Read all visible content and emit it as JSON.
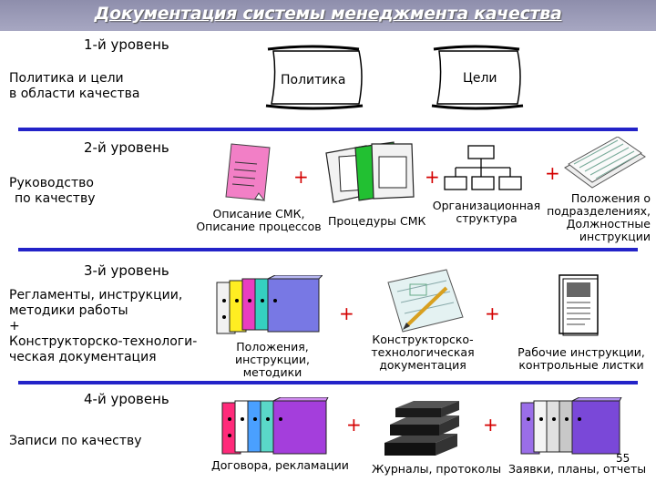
{
  "title": "Документация системы менеджмента качества",
  "page_number": "55",
  "levels": [
    {
      "label": "1-й уровень",
      "desc_lines": [
        "Политика и цели",
        "в области качества"
      ]
    },
    {
      "label": "2-й уровень",
      "desc_lines": [
        "Руководство",
        "по качеству"
      ]
    },
    {
      "label": "3-й уровень",
      "desc_lines": [
        "Регламенты, инструкции,",
        "методики работы",
        "+",
        "Конструкторско-технологи-",
        "ческая документация"
      ]
    },
    {
      "label": "4-й уровень",
      "desc_lines": [
        "Записи по качеству"
      ]
    }
  ],
  "level1": {
    "policy": "Политика",
    "goals": "Цели"
  },
  "level2": {
    "desc_smk": [
      "Описание СМК,",
      "Описание процессов"
    ],
    "procedures": "Процедуры СМК",
    "org_structure": [
      "Организационная",
      "структура"
    ],
    "regulations": [
      "Положения о",
      "подразделениях,",
      "Должностные",
      "инструкции"
    ]
  },
  "level3": {
    "regulations": [
      "Положения,",
      "инструкции, методики"
    ],
    "design_docs": [
      "Конструкторско-",
      "технологическая",
      "документация"
    ],
    "work_instructions": [
      "Рабочие инструкции,",
      "контрольные листки"
    ]
  },
  "level4": {
    "contracts": "Договора, рекламации",
    "journals": "Журналы, протоколы",
    "requests": "Заявки, планы, отчеты"
  },
  "plus": "+",
  "colors": {
    "rule": "#2323c8",
    "plus": "#d40000",
    "title_bg": "#9a9ab6"
  }
}
